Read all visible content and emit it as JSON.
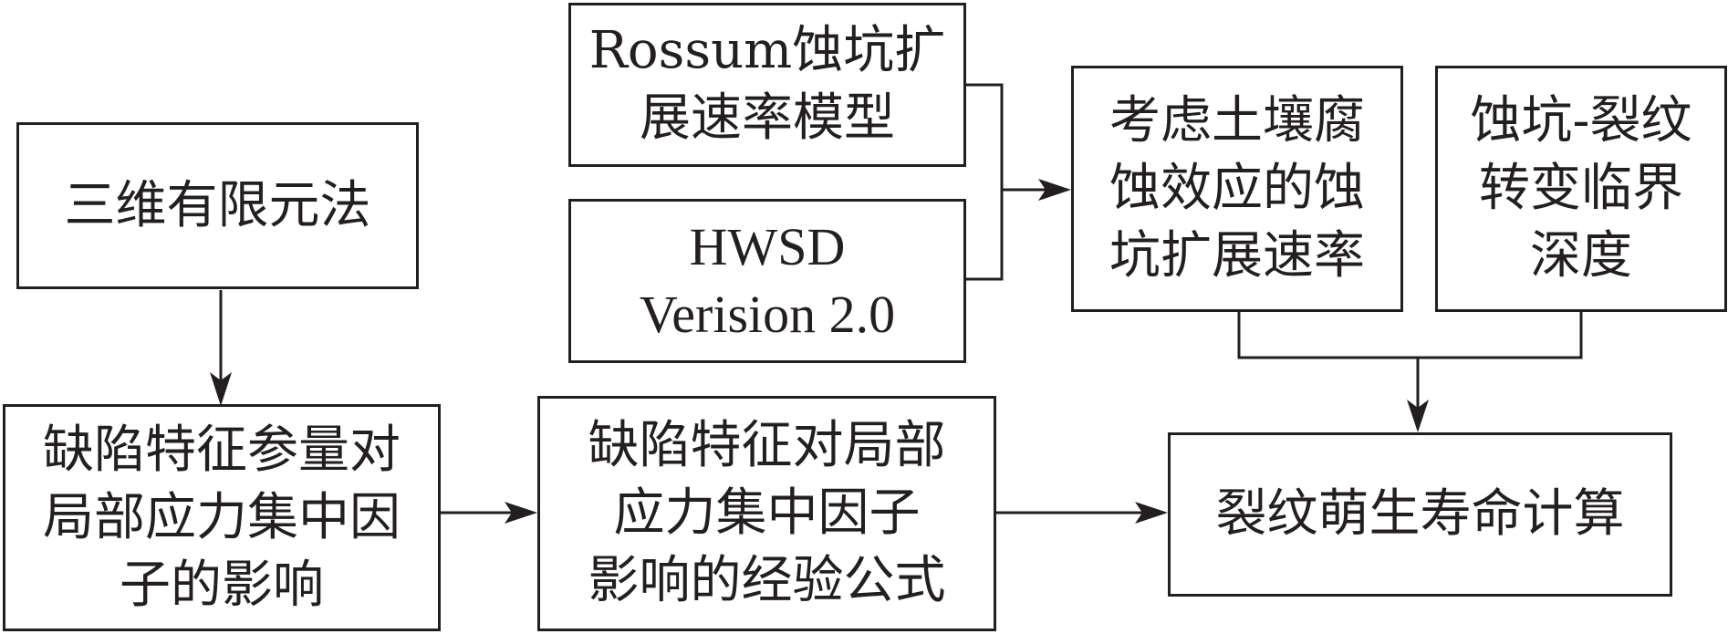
{
  "nodes": {
    "fem": {
      "text": "三维有限元法"
    },
    "rossum": {
      "text": "Rossum蚀坑扩\n展速率模型"
    },
    "hwsd": {
      "text": "HWSD\nVerision 2.0"
    },
    "pit_rate": {
      "text": "考虑土壤腐\n蚀效应的蚀\n坑扩展速率"
    },
    "critical_depth": {
      "text": "蚀坑-裂纹\n转变临界\n深度"
    },
    "defect_param": {
      "text": "缺陷特征参量对\n局部应力集中因\n子的影响"
    },
    "empirical": {
      "text": "缺陷特征对局部\n应力集中因子\n影响的经验公式"
    },
    "life_calc": {
      "text": "裂纹萌生寿命计算"
    }
  },
  "colors": {
    "line": "#231f20",
    "background": "#ffffff"
  }
}
